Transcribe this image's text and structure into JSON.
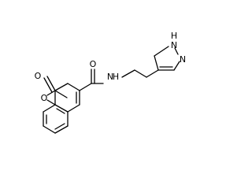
{
  "molecule": {
    "atoms": {
      "carbonyl_O_ring": "O",
      "ring_O": "O",
      "amide_O": "O",
      "amide_N": "N",
      "amide_H": "H",
      "pyrazole_NH_N": "N",
      "pyrazole_NH_H": "H",
      "pyrazole_N": "N"
    }
  },
  "colors": {
    "bond": "#000000",
    "label": "#000000",
    "background": "#ffffff"
  }
}
